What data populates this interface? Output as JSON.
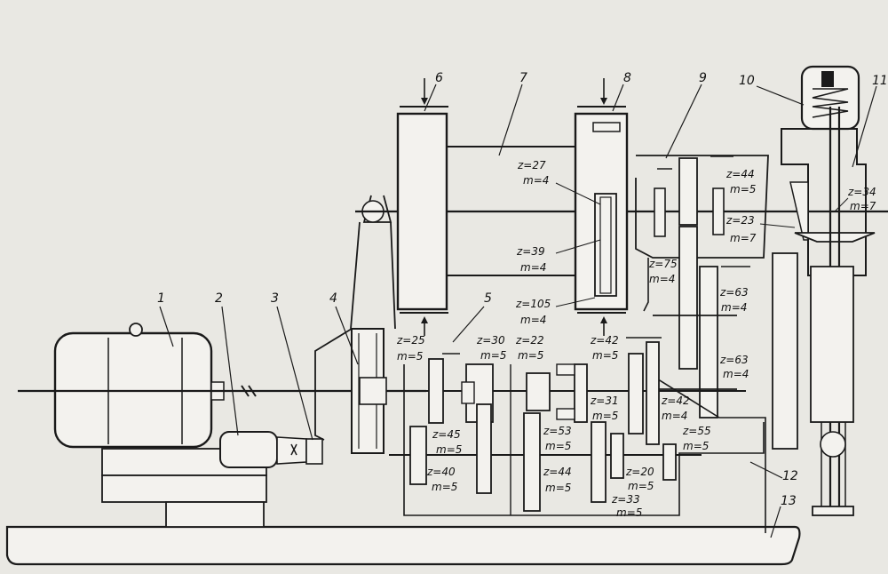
{
  "callouts": [
    "1",
    "2",
    "3",
    "4",
    "5",
    "6",
    "7",
    "8",
    "9",
    "10",
    "11",
    "12",
    "13"
  ],
  "gear_labels": [
    {
      "z": "z=27",
      "m": "m=4"
    },
    {
      "z": "z=39",
      "m": "m=4"
    },
    {
      "z": "z=105",
      "m": "m=4"
    },
    {
      "z": "z=44",
      "m": "m=5"
    },
    {
      "z": "z=23",
      "m": "m=7"
    },
    {
      "z": "z=34",
      "m": "m=7"
    },
    {
      "z": "z=75",
      "m": "m=4"
    },
    {
      "z": "z=63",
      "m": "m=4"
    },
    {
      "z": "z=63",
      "m": "m=4"
    },
    {
      "z": "z=25",
      "m": "m=5"
    },
    {
      "z": "z=30",
      "m": "m=5"
    },
    {
      "z": "z=22",
      "m": "m=5"
    },
    {
      "z": "z=42",
      "m": "m=5"
    },
    {
      "z": "z=31",
      "m": "m=5"
    },
    {
      "z": "z=42",
      "m": "m=4"
    },
    {
      "z": "z=45",
      "m": "m=5"
    },
    {
      "z": "z=53",
      "m": "m=5"
    },
    {
      "z": "z=55",
      "m": "m=5"
    },
    {
      "z": "z=40",
      "m": "m=5"
    },
    {
      "z": "z=44",
      "m": "m=5"
    },
    {
      "z": "z=20",
      "m": "m=5"
    },
    {
      "z": "z=33",
      "m": "m=5"
    }
  ]
}
